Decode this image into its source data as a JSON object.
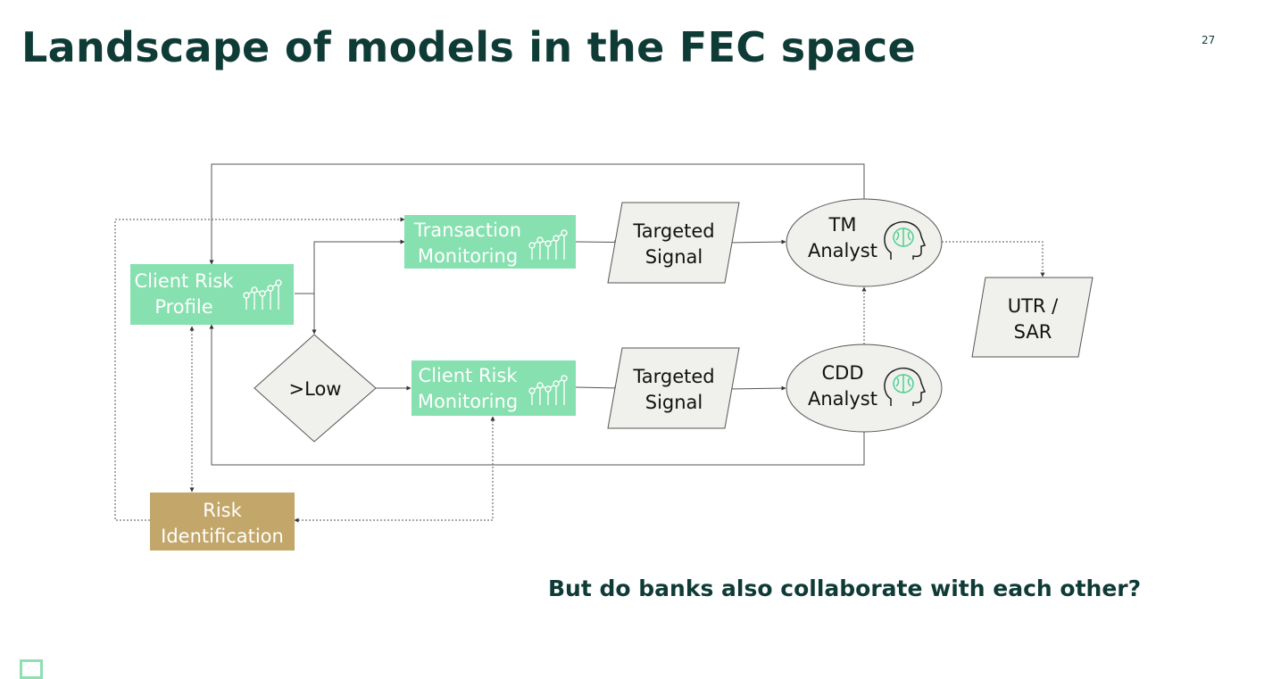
{
  "slide": {
    "title": "Landscape of models in the FEC space",
    "page_number": "27",
    "question": "But do banks also collaborate with each other?"
  },
  "colors": {
    "title": "#0f3b36",
    "model_box": "#86e0af",
    "risk_box": "#c2a66a",
    "shape_fill": "#f0f1ec",
    "shape_stroke": "#555555"
  },
  "diagram": {
    "client_risk_profile": [
      "Client Risk",
      "Profile"
    ],
    "transaction_monitoring": [
      "Transaction",
      "Monitoring"
    ],
    "client_risk_monitoring": [
      "Client Risk",
      "Monitoring"
    ],
    "decision": ">Low",
    "targeted_signal_tm": [
      "Targeted",
      "Signal"
    ],
    "targeted_signal_cdd": [
      "Targeted",
      "Signal"
    ],
    "tm_analyst": [
      "TM",
      "Analyst"
    ],
    "cdd_analyst": [
      "CDD",
      "Analyst"
    ],
    "utr_sar": [
      "UTR /",
      "SAR"
    ],
    "risk_identification": [
      "Risk",
      "Identification"
    ]
  }
}
